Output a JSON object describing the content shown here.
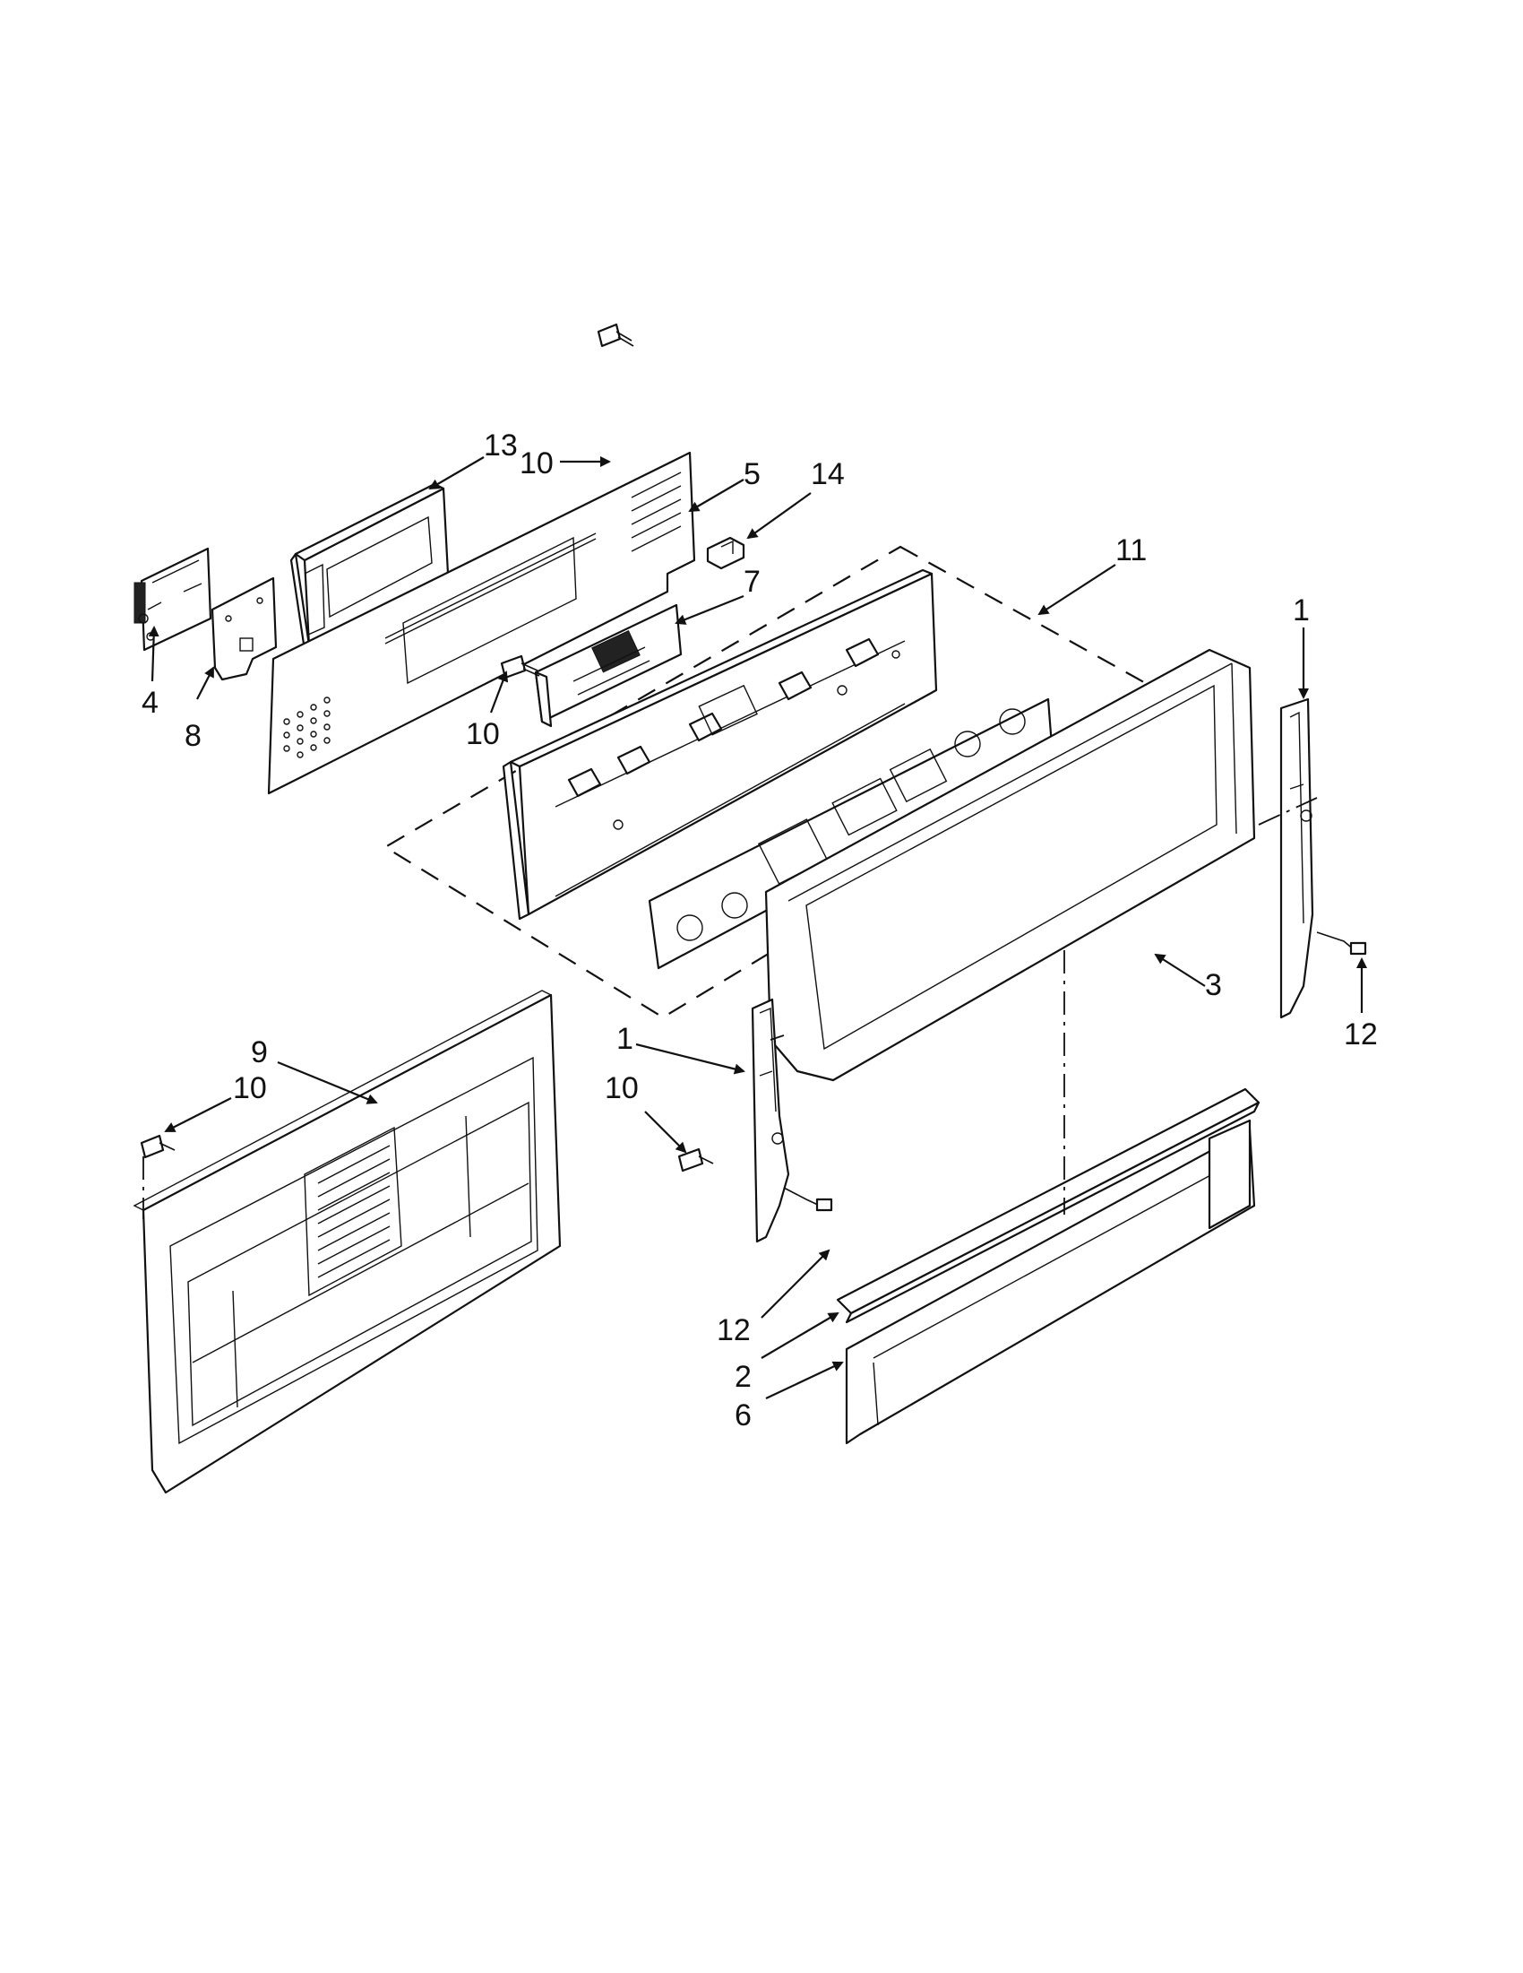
{
  "callouts": {
    "c1a": "1",
    "c1b": "1",
    "c2": "2",
    "c3": "3",
    "c4": "4",
    "c5": "5",
    "c6": "6",
    "c7": "7",
    "c8": "8",
    "c9": "9",
    "c10a": "10",
    "c10b": "10",
    "c10c": "10",
    "c10d": "10",
    "c11": "11",
    "c12a": "12",
    "c12b": "12",
    "c13": "13",
    "c14": "14"
  },
  "colors": {
    "line": "#111111",
    "background": "#ffffff"
  }
}
